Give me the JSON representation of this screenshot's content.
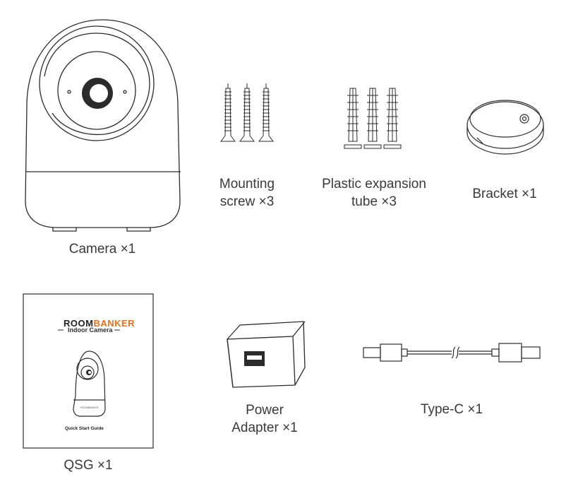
{
  "items": {
    "camera": {
      "label": "Camera ×1"
    },
    "screws": {
      "label_line1": "Mounting",
      "label_line2": "screw ×3"
    },
    "tubes": {
      "label_line1": "Plastic expansion",
      "label_line2": "tube ×3"
    },
    "bracket": {
      "label": "Bracket ×1"
    },
    "qsg": {
      "label": "QSG ×1",
      "brand_part1": "ROOM",
      "brand_part2": "BANKER",
      "subtitle": "Indoor Camera",
      "footer": "Quick Start Guide",
      "camera_mini_brand": "ROOMBANKER"
    },
    "adapter": {
      "label_line1": "Power",
      "label_line2": "Adapter ×1"
    },
    "cable": {
      "label": "Type-C ×1"
    }
  },
  "colors": {
    "line": "#2b2b2b",
    "brand_dark": "#222222",
    "brand_accent": "#e0711f"
  }
}
